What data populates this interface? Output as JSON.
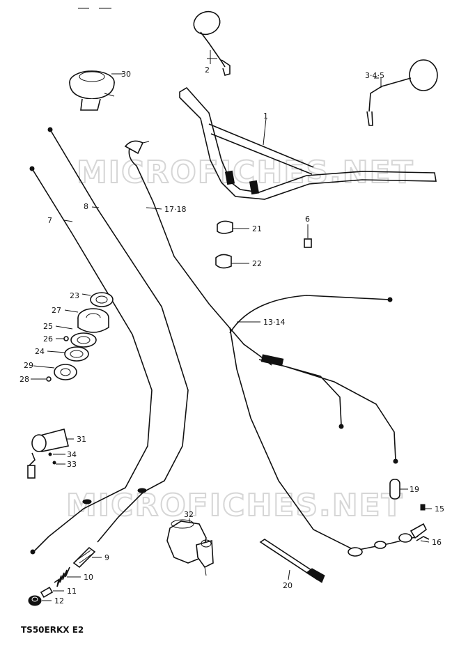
{
  "diagram": {
    "watermark": "MICROFICHES.NET",
    "code": "TS50ERKX E2",
    "callouts": [
      {
        "id": "c1",
        "label": "1"
      },
      {
        "id": "c2",
        "label": "2"
      },
      {
        "id": "c345",
        "label": "3·4·5"
      },
      {
        "id": "c6",
        "label": "6"
      },
      {
        "id": "c7",
        "label": "7"
      },
      {
        "id": "c8",
        "label": "8"
      },
      {
        "id": "c9",
        "label": "9"
      },
      {
        "id": "c10",
        "label": "10"
      },
      {
        "id": "c11",
        "label": "11"
      },
      {
        "id": "c12",
        "label": "12"
      },
      {
        "id": "c1314",
        "label": "13·14"
      },
      {
        "id": "c15",
        "label": "15"
      },
      {
        "id": "c16",
        "label": "16"
      },
      {
        "id": "c1718",
        "label": "17·18"
      },
      {
        "id": "c19",
        "label": "19"
      },
      {
        "id": "c20",
        "label": "20"
      },
      {
        "id": "c21",
        "label": "21"
      },
      {
        "id": "c22",
        "label": "22"
      },
      {
        "id": "c23",
        "label": "23"
      },
      {
        "id": "c24",
        "label": "24"
      },
      {
        "id": "c25",
        "label": "25"
      },
      {
        "id": "c26",
        "label": "26"
      },
      {
        "id": "c27",
        "label": "27"
      },
      {
        "id": "c28",
        "label": "28"
      },
      {
        "id": "c29",
        "label": "29"
      },
      {
        "id": "c30",
        "label": "30"
      },
      {
        "id": "c31",
        "label": "31"
      },
      {
        "id": "c32",
        "label": "32"
      },
      {
        "id": "c33",
        "label": "33"
      },
      {
        "id": "c34",
        "label": "34"
      }
    ]
  }
}
